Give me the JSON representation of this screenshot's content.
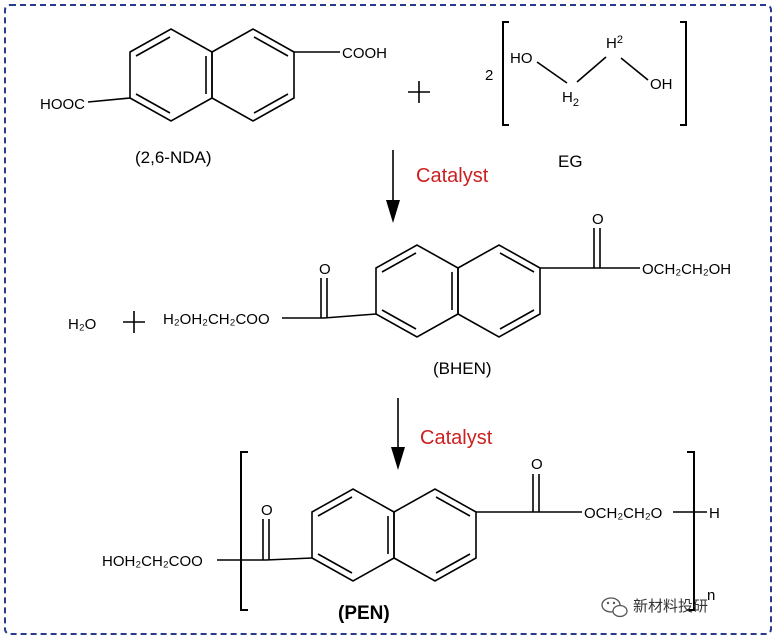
{
  "reaction": {
    "reactant1": {
      "right_group": "COOH",
      "left_group": "HOOC",
      "label": "(2,6-NDA)"
    },
    "plus": "+",
    "reactant2": {
      "coefficient": "2",
      "ho": "HO",
      "h2_top": "H",
      "h2_top_sub": "2",
      "h2_bottom": "H",
      "h2_bottom_sub": "2",
      "oh": "OH",
      "label": "EG"
    },
    "step1_catalyst": "Catalyst",
    "intermediate": {
      "carbonyl_o": "O",
      "right_chain": "OCH₂CH₂OH",
      "left_chain": "H₂OH₂CH₂COO",
      "label": "(BHEN)"
    },
    "byproduct": "H₂O",
    "step2_catalyst": "Catalyst",
    "product": {
      "carbonyl_o": "O",
      "left_end": "HOH₂CH₂COO",
      "right_chain": "OCH₂CH₂O",
      "terminal_h": "H",
      "repeat": "n",
      "label": "(PEN)"
    }
  },
  "watermark": {
    "text": "新材料投研",
    "icon": "wechat-icon"
  }
}
